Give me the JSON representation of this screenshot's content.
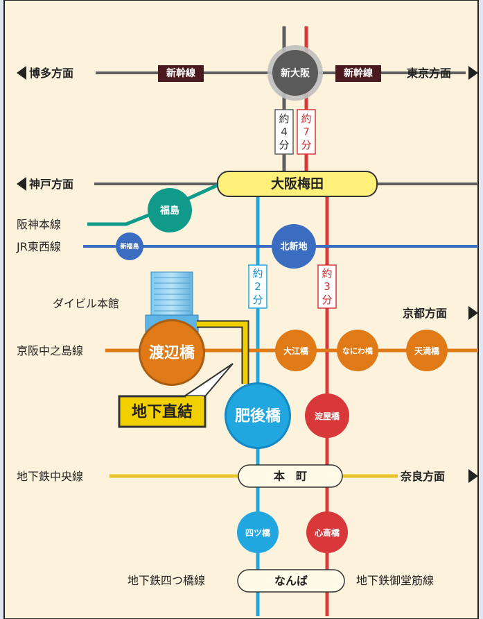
{
  "stations": {
    "shin_osaka": "新大阪",
    "umeda": "大阪梅田",
    "fukushima": "福島",
    "shinfukushima": "新福島",
    "kitashinchi": "北新地",
    "watanabebashi": "渡辺橋",
    "oebashi": "大江橋",
    "naniwabashi": "なにわ橋",
    "temmabashi": "天満橋",
    "higobashi": "肥後橋",
    "yodoyabashi": "淀屋橋",
    "honmachi": "本　町",
    "yotsubashi": "四ツ橋",
    "shinsaibashi": "心斎橋",
    "namba": "なんば"
  },
  "lines": {
    "shinkansen": "新幹線",
    "hanshin": "阪神本線",
    "jr_tozai": "JR東西線",
    "keihan_nakanoshima": "京阪中之島線",
    "chuo": "地下鉄中央線",
    "yotsubashi": "地下鉄四つ橋線",
    "midosuji": "地下鉄御堂筋線"
  },
  "directions": {
    "hakata": "博多方面",
    "tokyo": "東京方面",
    "kobe": "神戸方面",
    "kyoto": "京都方面",
    "nara": "奈良方面"
  },
  "times": {
    "gray": [
      "約",
      "4",
      "分"
    ],
    "red_top": [
      "約",
      "7",
      "分"
    ],
    "blue": [
      "約",
      "2",
      "分"
    ],
    "red_mid": [
      "約",
      "3",
      "分"
    ]
  },
  "building": {
    "name": "ダイビル本館",
    "connection": "地下直結"
  },
  "colors": {
    "background": "#fdf3dd",
    "frame": "#222222",
    "shinkansen_bg": "#4a1a1e",
    "gray_line": "#5e5e5e",
    "hanshin": "#0f9a8a",
    "jr_tozai": "#3a6dbf",
    "keihan": "#e07a16",
    "chuo": "#e8c42a",
    "yotsubashi": "#21a6df",
    "midosuji": "#d8383a",
    "highlight": "#fff07a",
    "connection_arrow": "#f2d000"
  }
}
